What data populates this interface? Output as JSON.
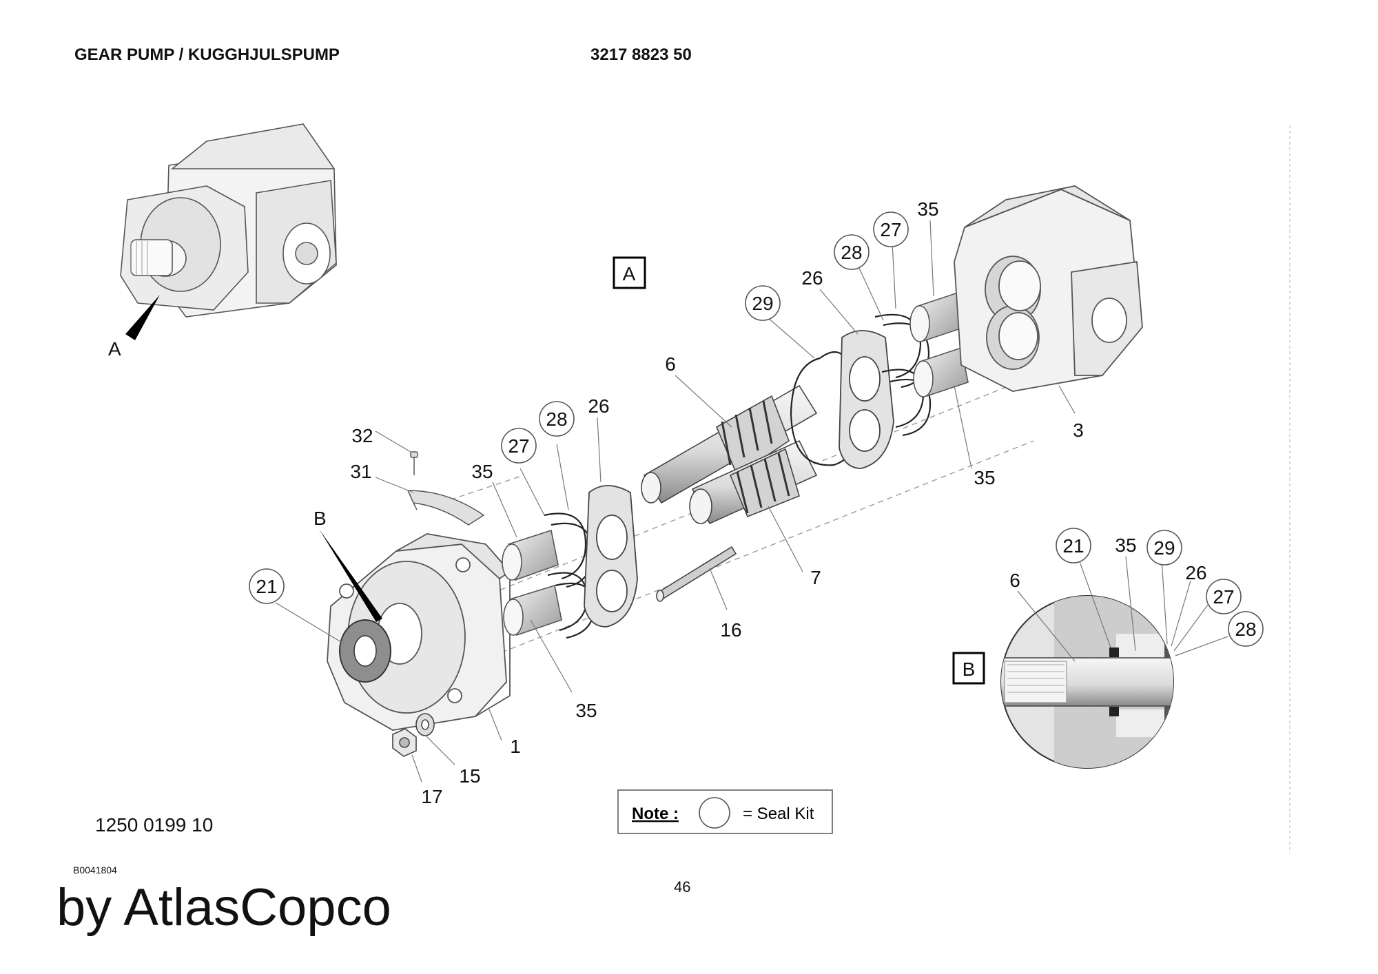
{
  "header": {
    "title": "GEAR PUMP / KUGGHJULSPUMP",
    "part_number": "3217 8823 50"
  },
  "views": {
    "a_letter": "A",
    "b_letter": "B",
    "box_a": "A",
    "box_b": "B"
  },
  "callouts": [
    {
      "id": "c1",
      "text": "1",
      "seal": false
    },
    {
      "id": "c3",
      "text": "3",
      "seal": false
    },
    {
      "id": "c6",
      "text": "6",
      "seal": false
    },
    {
      "id": "c7",
      "text": "7",
      "seal": false
    },
    {
      "id": "c15",
      "text": "15",
      "seal": false
    },
    {
      "id": "c16",
      "text": "16",
      "seal": false
    },
    {
      "id": "c17",
      "text": "17",
      "seal": false
    },
    {
      "id": "c21",
      "text": "21",
      "seal": true
    },
    {
      "id": "c26a",
      "text": "26",
      "seal": false
    },
    {
      "id": "c26b",
      "text": "26",
      "seal": false
    },
    {
      "id": "c27a",
      "text": "27",
      "seal": true
    },
    {
      "id": "c27b",
      "text": "27",
      "seal": true
    },
    {
      "id": "c28a",
      "text": "28",
      "seal": true
    },
    {
      "id": "c28b",
      "text": "28",
      "seal": true
    },
    {
      "id": "c29",
      "text": "29",
      "seal": true
    },
    {
      "id": "c31",
      "text": "31",
      "seal": false
    },
    {
      "id": "c32",
      "text": "32",
      "seal": false
    },
    {
      "id": "c35a",
      "text": "35",
      "seal": false
    },
    {
      "id": "c35b",
      "text": "35",
      "seal": false
    },
    {
      "id": "c35c",
      "text": "35",
      "seal": false
    },
    {
      "id": "c35d",
      "text": "35",
      "seal": false
    }
  ],
  "detail_b_callouts": [
    {
      "id": "d6",
      "text": "6",
      "seal": false
    },
    {
      "id": "d21",
      "text": "21",
      "seal": true
    },
    {
      "id": "d35",
      "text": "35",
      "seal": false
    },
    {
      "id": "d29",
      "text": "29",
      "seal": true
    },
    {
      "id": "d26",
      "text": "26",
      "seal": false
    },
    {
      "id": "d27",
      "text": "27",
      "seal": true
    },
    {
      "id": "d28",
      "text": "28",
      "seal": true
    }
  ],
  "note": {
    "label": "Note :",
    "text": "= Seal Kit"
  },
  "footer": {
    "doc_number": "1250 0199 10",
    "ref_code": "B0041804",
    "brand": "by AtlasCopco",
    "page": "46"
  }
}
